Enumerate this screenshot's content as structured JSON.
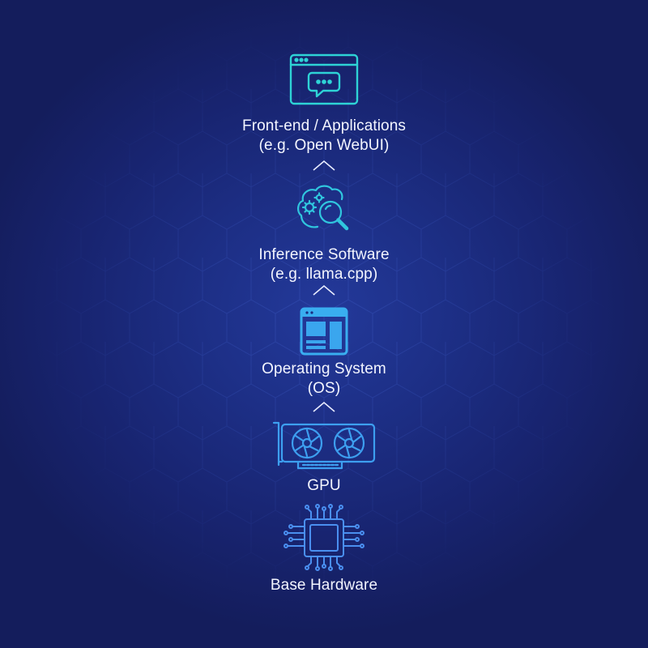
{
  "layers": [
    {
      "id": "frontend",
      "icon": "browser-chat-icon",
      "line1": "Front-end / Applications",
      "line2": "(e.g. Open WebUI)"
    },
    {
      "id": "inference",
      "icon": "brain-magnifier-icon",
      "line1": "Inference Software",
      "line2": "(e.g. llama.cpp)"
    },
    {
      "id": "os",
      "icon": "window-layout-icon",
      "line1": "Operating System",
      "line2": "(OS)"
    },
    {
      "id": "gpu",
      "icon": "gpu-card-icon",
      "line1": "GPU",
      "line2": ""
    },
    {
      "id": "hardware",
      "icon": "cpu-chip-icon",
      "line1": "Base Hardware",
      "line2": ""
    }
  ],
  "colors": {
    "background": "#1b2b80",
    "top_icon": "#2ed3d6",
    "mid_icon": "#38b6ea",
    "bottom_icon": "#4a8ff0",
    "text": "#f3f5ff"
  }
}
